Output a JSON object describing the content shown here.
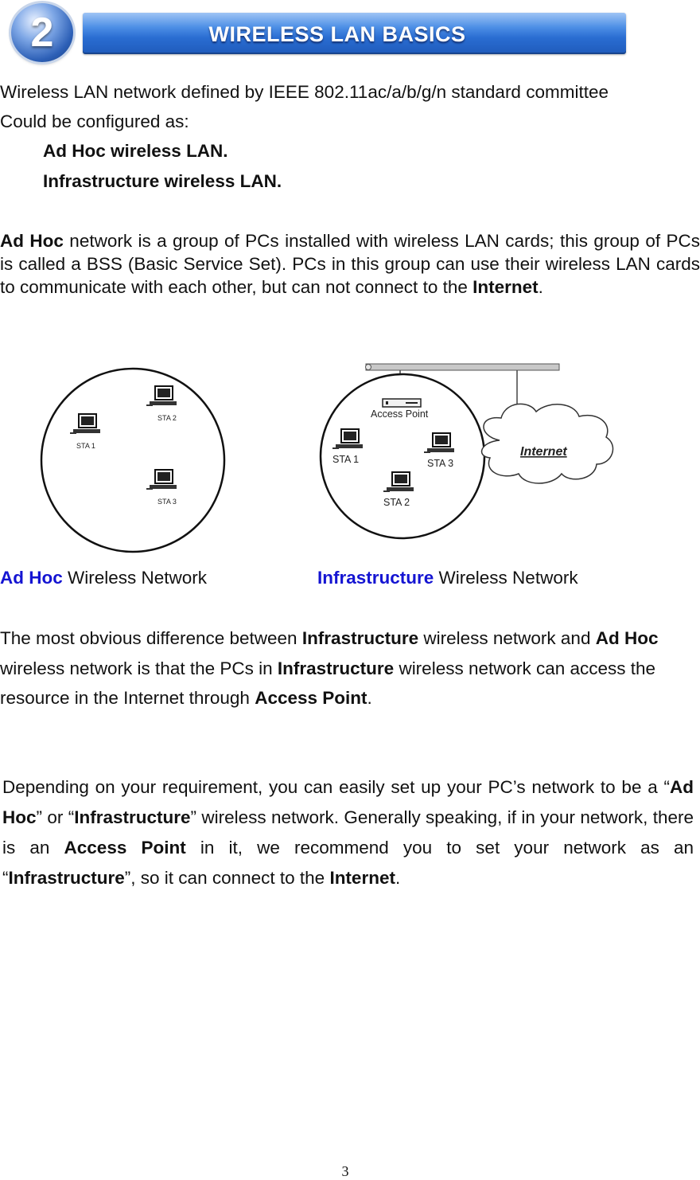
{
  "header": {
    "badge_number": "2",
    "banner_title": "WIRELESS LAN BASICS"
  },
  "intro": {
    "line1": "Wireless LAN network defined by IEEE 802.11ac/a/b/g/n standard committee",
    "line2": "Could be configured as:",
    "item1": "Ad Hoc wireless LAN.",
    "item2": "Infrastructure wireless LAN."
  },
  "adhoc_para": {
    "term": "Ad Hoc",
    "text1": " network is a group of PCs installed with wireless LAN cards; this group of PCs is called a BSS (Basic Service Set). PCs in this group can use their wireless LAN cards to communicate with each other, but can not connect to the ",
    "term2": "Internet",
    "text2": "."
  },
  "figure": {
    "adhoc_labels": [
      "STA 1",
      "STA 2",
      "STA 3"
    ],
    "infra_ap_label": "Access Point",
    "infra_labels": [
      "STA 1",
      "STA 2",
      "STA 3"
    ],
    "cloud_label": "Internet"
  },
  "captions": {
    "left_term": "Ad Hoc",
    "left_rest": " Wireless Network",
    "right_term": "Infrastructure",
    "right_rest": " Wireless Network"
  },
  "diff_para": {
    "s1": "The most obvious difference between ",
    "b1": "Infrastructure",
    "s2": " wireless network and ",
    "b2": "Ad Hoc",
    "s3": " wireless network is that the PCs in ",
    "b3": "Infrastructure",
    "s4": " wireless network can access the resource in the Internet through ",
    "b4": "Access Point",
    "s5": "."
  },
  "rec_para": {
    "s1": "Depending on your requirement, you can easily set up your PC’s network to be a “",
    "b1": "Ad Hoc",
    "s2": "” or “",
    "b2": "Infrastructure",
    "s3": "” wireless network. Generally speaking, if in your network, there is an ",
    "b3": "Access Point",
    "s4": " in it, we recommend you to set your network as an “",
    "b4": "Infrastructure",
    "s5": "”, so it can connect to the ",
    "b5": "Internet",
    "s6": "."
  },
  "footer": {
    "page_number": "3"
  }
}
